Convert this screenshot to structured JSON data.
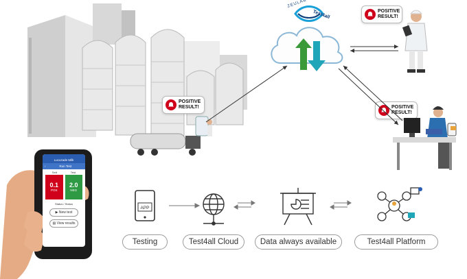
{
  "alerts": {
    "factory": [
      "POSITIVE",
      "RESULT!"
    ],
    "inspector": [
      "POSITIVE",
      "RESULT!"
    ],
    "office": [
      "POSITIVE",
      "RESULT!"
    ]
  },
  "cloud": {
    "brand_line1": "ZEULAB",
    "brand_line2": "Test4all"
  },
  "phone": {
    "header": "Lucozade Milk",
    "subheader": "Run Test",
    "col_left": "Sett",
    "col_right": "Test",
    "left_value": "0.1",
    "left_label": "POS",
    "right_value": "2.0",
    "right_label": "NEG",
    "status_line": "Status / Status",
    "new_test": "New test",
    "view_results": "View results"
  },
  "workflow": {
    "steps": [
      {
        "label": "Testing",
        "icon": "app-icon",
        "icon_text": "APP"
      },
      {
        "label": "Test4all Cloud",
        "icon": "globe-icon"
      },
      {
        "label": "Data always available",
        "icon": "presentation-board-icon"
      },
      {
        "label": "Test4all Platform",
        "icon": "network-users-icon"
      }
    ]
  },
  "colors": {
    "positive_red": "#d0021b",
    "upload_green": "#3a9a3a",
    "download_teal": "#1fa6b8",
    "neg_green": "#2e9a43"
  }
}
